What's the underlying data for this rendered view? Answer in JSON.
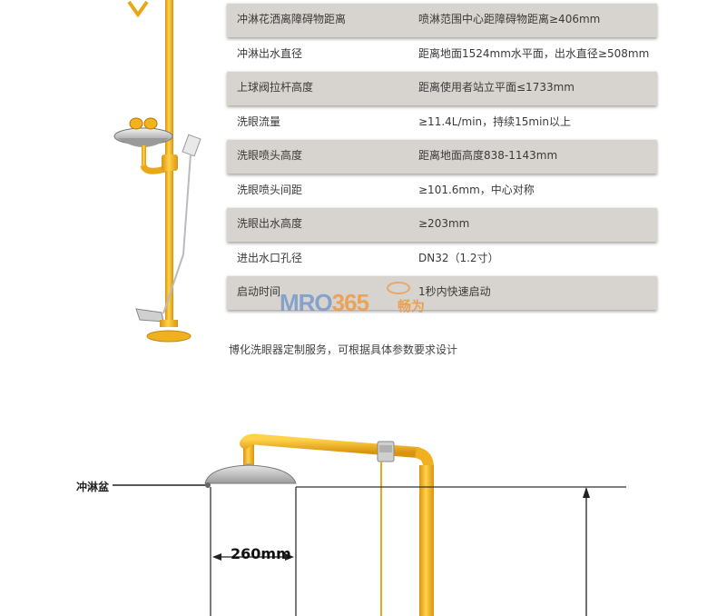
{
  "spec_rows": [
    {
      "label": "冲淋花洒离障碍物距离",
      "value": "喷淋范围中心距障碍物距离≥406mm",
      "shaded": true
    },
    {
      "label": "冲淋出水直径",
      "value": "距离地面1524mm水平面，出水直径≥508mm",
      "shaded": false
    },
    {
      "label": "上球阀拉杆高度",
      "value": "距离使用者站立平面≤1733mm",
      "shaded": true
    },
    {
      "label": "洗眼流量",
      "value": "≥11.4L/min，持续15min以上",
      "shaded": false
    },
    {
      "label": "洗眼喷头高度",
      "value": "距离地面高度838-1143mm",
      "shaded": true
    },
    {
      "label": "洗眼喷头间距",
      "value": "≥101.6mm，中心对称",
      "shaded": false
    },
    {
      "label": "洗眼出水高度",
      "value": "≥203mm",
      "shaded": true
    },
    {
      "label": "进出水口孔径",
      "value": "DN32（1.2寸）",
      "shaded": false
    },
    {
      "label": "启动时间",
      "value": "1秒内快速启动",
      "shaded": true
    }
  ],
  "footnote": "博化洗眼器定制服务，可根据具体参数要求设计",
  "watermark": {
    "brand": "MRO",
    "number": "365",
    "cn": "畅为"
  },
  "diagram": {
    "pan_label": "冲淋盆",
    "dimension": "260mm"
  },
  "colors": {
    "pipe": "#f2b321",
    "pipe_dark": "#d9940f",
    "shade": "#d7d4d0"
  }
}
